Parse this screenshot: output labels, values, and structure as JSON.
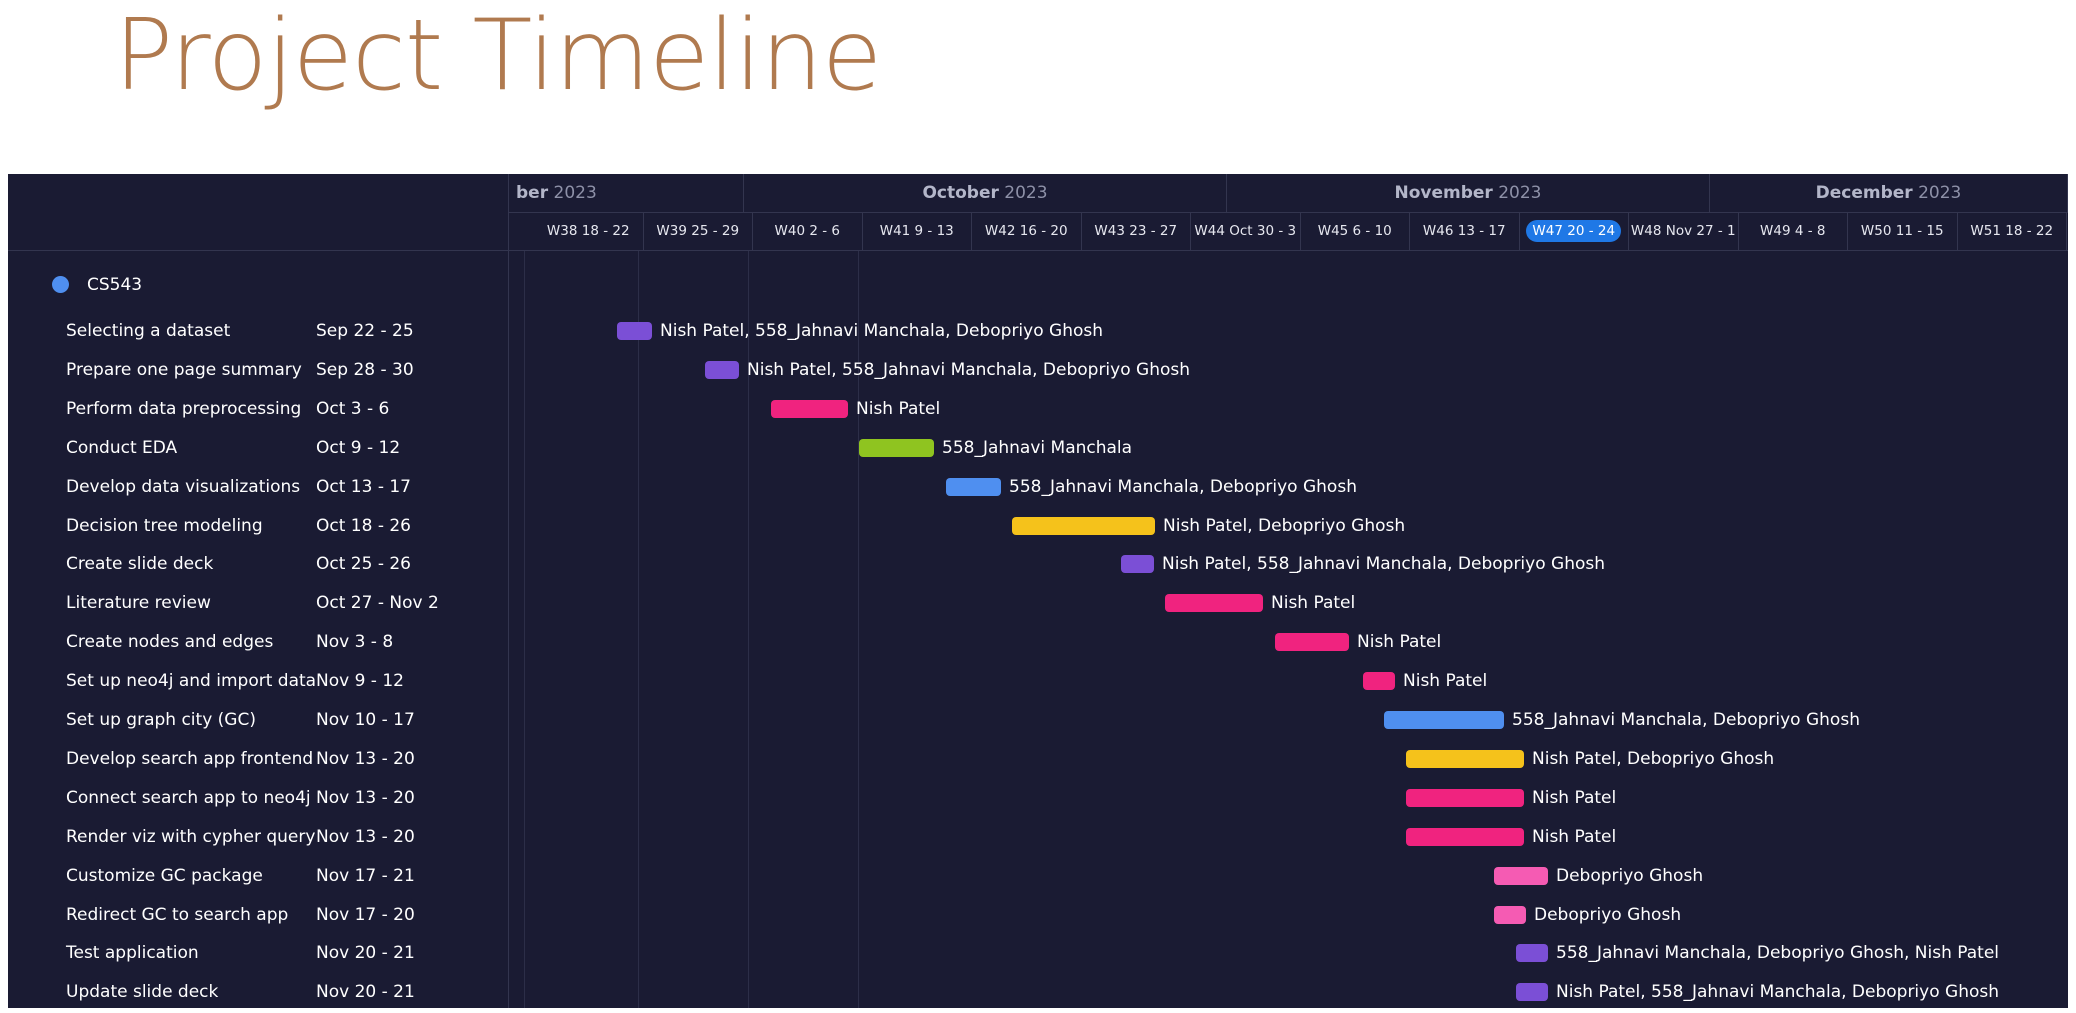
{
  "page": {
    "title": "Project Timeline",
    "title_color": "#b07a4f"
  },
  "timeline": {
    "background": "#1a1b33",
    "months": [
      {
        "name": "ber",
        "year": "2023"
      },
      {
        "name": "October",
        "year": "2023"
      },
      {
        "name": "November",
        "year": "2023"
      },
      {
        "name": "December",
        "year": "2023"
      }
    ],
    "weeks": [
      "W38 18 - 22",
      "W39 25 - 29",
      "W40 2 - 6",
      "W41 9 - 13",
      "W42 16 - 20",
      "W43 23 - 27",
      "W44 Oct 30 - 3",
      "W45 6 - 10",
      "W46 13 - 17",
      "W47 20 - 24",
      "W48 Nov 27 - 1",
      "W49 4 - 8",
      "W50 11 - 15",
      "W51 18 - 22"
    ],
    "current_week": "W47 20 - 24",
    "project": {
      "name": "CS543",
      "color": "#4f8ff0"
    },
    "tasks": [
      {
        "name": "Selecting a dataset",
        "dates": "Sep 22 - 25",
        "assignees": "Nish Patel, 558_Jahnavi Manchala, Debopriyo Ghosh",
        "color": "#7b4fd6"
      },
      {
        "name": "Prepare one page summary",
        "dates": "Sep 28 - 30",
        "assignees": "Nish Patel, 558_Jahnavi Manchala, Debopriyo Ghosh",
        "color": "#7b4fd6"
      },
      {
        "name": "Perform data preprocessing",
        "dates": "Oct 3 - 6",
        "assignees": "Nish Patel",
        "color": "#f0237f"
      },
      {
        "name": "Conduct EDA",
        "dates": "Oct 9 - 12",
        "assignees": "558_Jahnavi Manchala",
        "color": "#8fc420"
      },
      {
        "name": "Develop data visualizations",
        "dates": "Oct 13 - 17",
        "assignees": "558_Jahnavi Manchala, Debopriyo Ghosh",
        "color": "#4f8ff0"
      },
      {
        "name": "Decision tree modeling",
        "dates": "Oct 18 - 26",
        "assignees": "Nish Patel, Debopriyo Ghosh",
        "color": "#f5c21b"
      },
      {
        "name": "Create slide deck",
        "dates": "Oct 25 - 26",
        "assignees": "Nish Patel, 558_Jahnavi Manchala, Debopriyo Ghosh",
        "color": "#7b4fd6"
      },
      {
        "name": "Literature review",
        "dates": "Oct 27 - Nov 2",
        "assignees": "Nish Patel",
        "color": "#f0237f"
      },
      {
        "name": "Create nodes and edges",
        "dates": "Nov 3 - 8",
        "assignees": "Nish Patel",
        "color": "#f0237f"
      },
      {
        "name": "Set up neo4j and import data",
        "dates": "Nov 9 - 12",
        "assignees": "Nish Patel",
        "color": "#f0237f"
      },
      {
        "name": "Set up graph city (GC)",
        "dates": "Nov 10 - 17",
        "assignees": "558_Jahnavi Manchala, Debopriyo Ghosh",
        "color": "#4f8ff0"
      },
      {
        "name": "Develop search app frontend",
        "dates": "Nov 13 - 20",
        "assignees": "Nish Patel, Debopriyo Ghosh",
        "color": "#f5c21b"
      },
      {
        "name": "Connect search app to neo4j",
        "dates": "Nov 13 - 20",
        "assignees": "Nish Patel",
        "color": "#f0237f"
      },
      {
        "name": "Render viz with cypher query",
        "dates": "Nov 13 - 20",
        "assignees": "Nish Patel",
        "color": "#f0237f"
      },
      {
        "name": "Customize GC package",
        "dates": "Nov 17 - 21",
        "assignees": "Debopriyo Ghosh",
        "color": "#f55bb3"
      },
      {
        "name": "Redirect GC to search app",
        "dates": "Nov 17 - 20",
        "assignees": "Debopriyo Ghosh",
        "color": "#f55bb3"
      },
      {
        "name": "Test application",
        "dates": "Nov 20 - 21",
        "assignees": "558_Jahnavi Manchala, Debopriyo Ghosh, Nish Patel",
        "color": "#7b4fd6"
      },
      {
        "name": "Update slide deck",
        "dates": "Nov 20 - 21",
        "assignees": "Nish Patel, 558_Jahnavi Manchala, Debopriyo Ghosh",
        "color": "#7b4fd6"
      }
    ]
  }
}
